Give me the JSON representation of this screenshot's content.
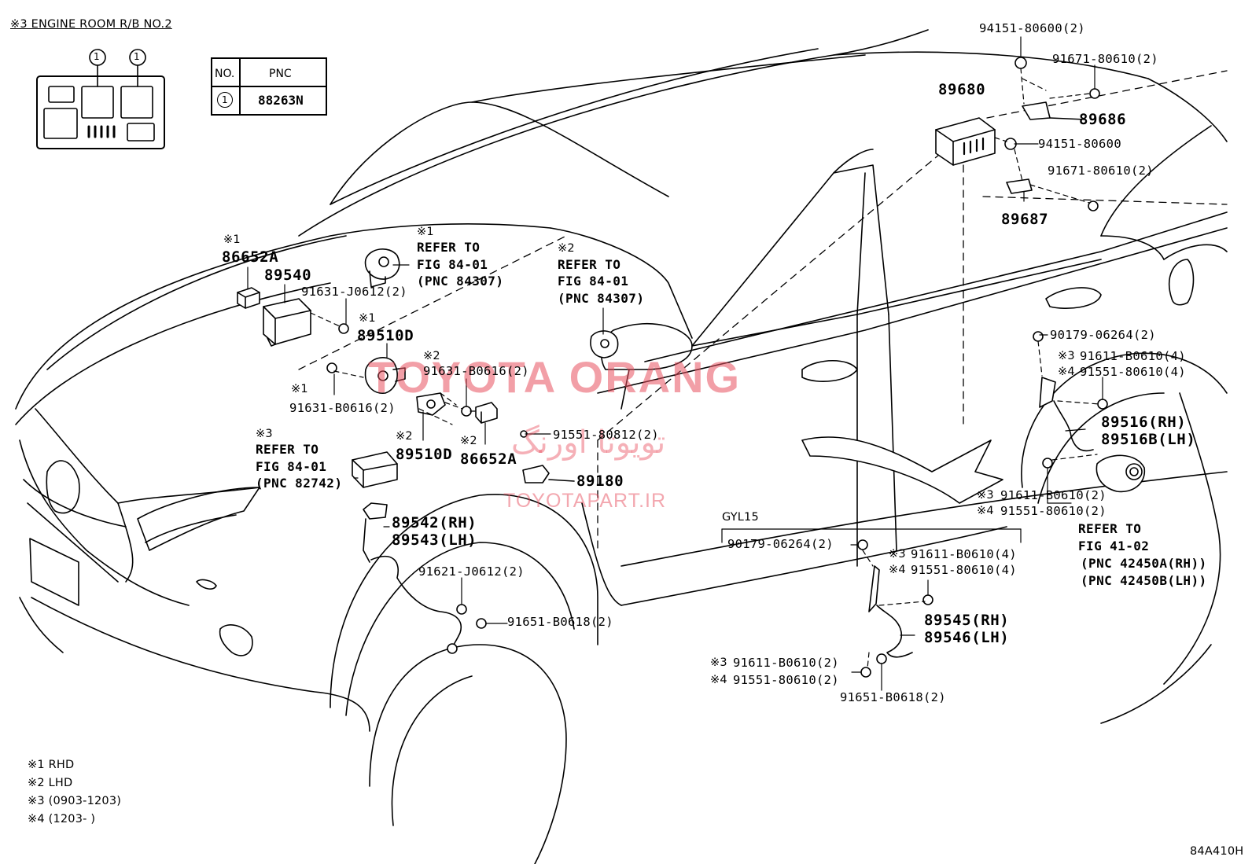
{
  "header": {
    "relay_block_title": "※3 ENGINE ROOM R/B NO.2"
  },
  "pnc_table": {
    "col_no": "NO.",
    "col_pnc": "PNC",
    "row_no": "1",
    "row_pnc": "88263N"
  },
  "relay_block": {
    "callout_1": "1",
    "callout_2": "1"
  },
  "labels": {
    "p94151_top": "94151-80600(2)",
    "p91671_top": "91671-80610(2)",
    "p89680": "89680",
    "p89686": "89686",
    "p94151_mid": "94151-80600",
    "p91671_mid": "91671-80610(2)",
    "p89687": "89687",
    "note_rhd_a": "※1",
    "p86652a_rhd": "86652A",
    "p89540": "89540",
    "note_refer_a1": "※1",
    "refer_a_1": "REFER TO",
    "refer_a_2": "FIG 84-01",
    "refer_a_3": "(PNC 84307)",
    "p91631_j": "91631-J0612(2)",
    "note_89510d_top": "※1",
    "p89510d_top": "89510D",
    "note_refer_b": "※2",
    "refer_b_1": "REFER TO",
    "refer_b_2": "FIG 84-01",
    "refer_b_3": "(PNC 84307)",
    "note_91631_b_right": "※2",
    "p91631_b_right": "91631-B0616(2)",
    "note_91631_b_left": "※1",
    "p91631_b_left": "91631-B0616(2)",
    "note_refer_c": "※3",
    "refer_c_1": "REFER TO",
    "refer_c_2": "FIG 84-01",
    "refer_c_3": "(PNC 82742)",
    "note_89510d_bot": "※2",
    "p89510d_bot": "89510D",
    "note_86652a_bot": "※2",
    "p86652a_bot": "86652A",
    "p91551_808": "91551-80812(2)",
    "p89180": "89180",
    "p89542": "89542(RH)",
    "p89543": "89543(LH)",
    "p91621": "91621-J0612(2)",
    "p91651_front": "91651-B0618(2)",
    "p90179_rr": "90179-06264(2)",
    "note_rr_91611": "※3",
    "p91611_rr_top": "91611-B0610(4)",
    "note_rr_91551": "※4",
    "p91551_rr_top": "91551-80610(4)",
    "p89516": "89516(RH)",
    "p89516b": "89516B(LH)",
    "note_rr_91611_b": "※3",
    "p91611_rr_bot": "91611-B0610(2)",
    "note_rr_91551_b": "※4",
    "p91551_rr_bot": "91551-80610(2)",
    "refer_d_1": "REFER TO",
    "refer_d_2": "FIG 41-02",
    "refer_d_3": "(PNC 42450A(RH))",
    "refer_d_4": "(PNC 42450B(LH))",
    "gyl15": "GYL15",
    "p90179_gyl": "90179-06264(2)",
    "note_gyl_91611": "※3",
    "p91611_gyl": "91611-B0610(4)",
    "note_gyl_91551": "※4",
    "p91551_gyl": "91551-80610(4)",
    "p89545": "89545(RH)",
    "p89546": "89546(LH)",
    "note_bot_91611": "※3",
    "p91611_bot": "91611-B0610(2)",
    "note_bot_91551": "※4",
    "p91551_bot": "91551-80610(2)",
    "p91651_rear": "91651-B0618(2)"
  },
  "legend": {
    "n1": "※1 RHD",
    "n2": "※2 LHD",
    "n3": "※3 (0903-1203)",
    "n4": "※4 (1203-      )"
  },
  "illustration_id": "84A410H",
  "watermarks": {
    "brand": "TOYOTA ORANG",
    "arabic": "تویوتا اورنگ",
    "url": "TOYOTAPART.IR"
  }
}
